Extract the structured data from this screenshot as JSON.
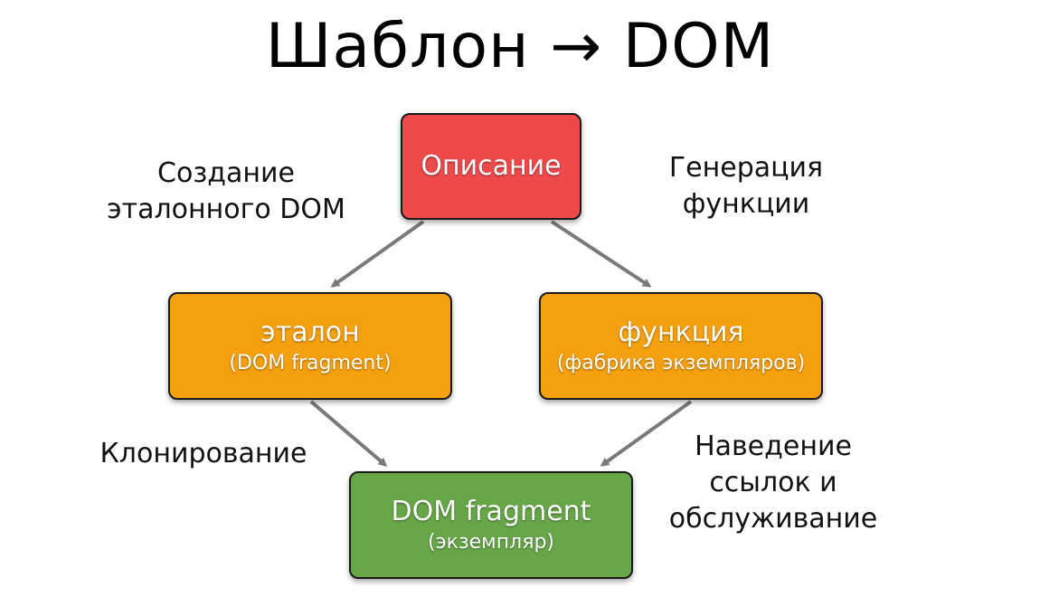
{
  "title": "Шаблон → DOM",
  "nodes": {
    "description": {
      "main": "Описание",
      "color": "#ee4a4c"
    },
    "template": {
      "main": "эталон",
      "sub": "(DOM fragment)",
      "color": "#f5a00e"
    },
    "function": {
      "main": "функция",
      "sub": "(фабрика экземпляров)",
      "color": "#f5a00e"
    },
    "fragment": {
      "main": "DOM fragment",
      "sub": "(экземпляр)",
      "color": "#67a748"
    }
  },
  "edge_labels": {
    "create_reference": [
      "Создание",
      "эталонного DOM"
    ],
    "generate_function": [
      "Генерация",
      "функции"
    ],
    "cloning": [
      "Клонирование"
    ],
    "link_and_maintain": [
      "Наведение",
      "ссылок и",
      "обслуживание"
    ]
  },
  "arrow_color": "#7a7a7a"
}
